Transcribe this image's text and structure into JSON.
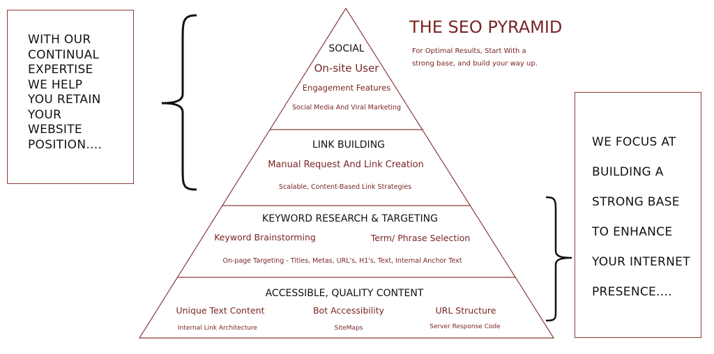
{
  "title": "THE SEO PYRAMID",
  "subtitle": [
    "For Optimal Results, Start With a",
    "strong base, and build your way up."
  ],
  "left_box": {
    "text": "WITH OUR\nCONTINUAL\nEXPERTISE\nWE HELP\nYOU RETAIN\nYOUR\nWEBSITE\nPOSITION...."
  },
  "right_box": {
    "text": "WE FOCUS AT\nBUILDING A\nSTRONG BASE\nTO ENHANCE\nYOUR INTERNET\nPRESENCE...."
  },
  "layers": {
    "social": {
      "heading": "SOCIAL",
      "line1": "On-site User",
      "line2": "Engagement Features",
      "line3": "Social Media And Viral Marketing"
    },
    "link": {
      "heading": "LINK BUILDING",
      "line1": "Manual Request And Link Creation",
      "line2": "Scalable, Content-Based Link Strategies"
    },
    "keyword": {
      "heading": "KEYWORD RESEARCH & TARGETING",
      "item1": "Keyword Brainstorming",
      "item2": "Term/ Phrase Selection",
      "line2": "On-page Targeting - Titles, Metas, URL's, H1's, Text, Internal Anchor Text"
    },
    "content": {
      "heading": "ACCESSIBLE, QUALITY CONTENT",
      "items": [
        "Unique Text Content",
        "Bot Accessibility",
        "URL Structure"
      ],
      "subitems": [
        "Internal Link Architecture",
        "SiteMaps",
        "Server Response Code"
      ]
    }
  },
  "colors": {
    "accent": "#7a2424",
    "line": "#8a3a3a"
  }
}
